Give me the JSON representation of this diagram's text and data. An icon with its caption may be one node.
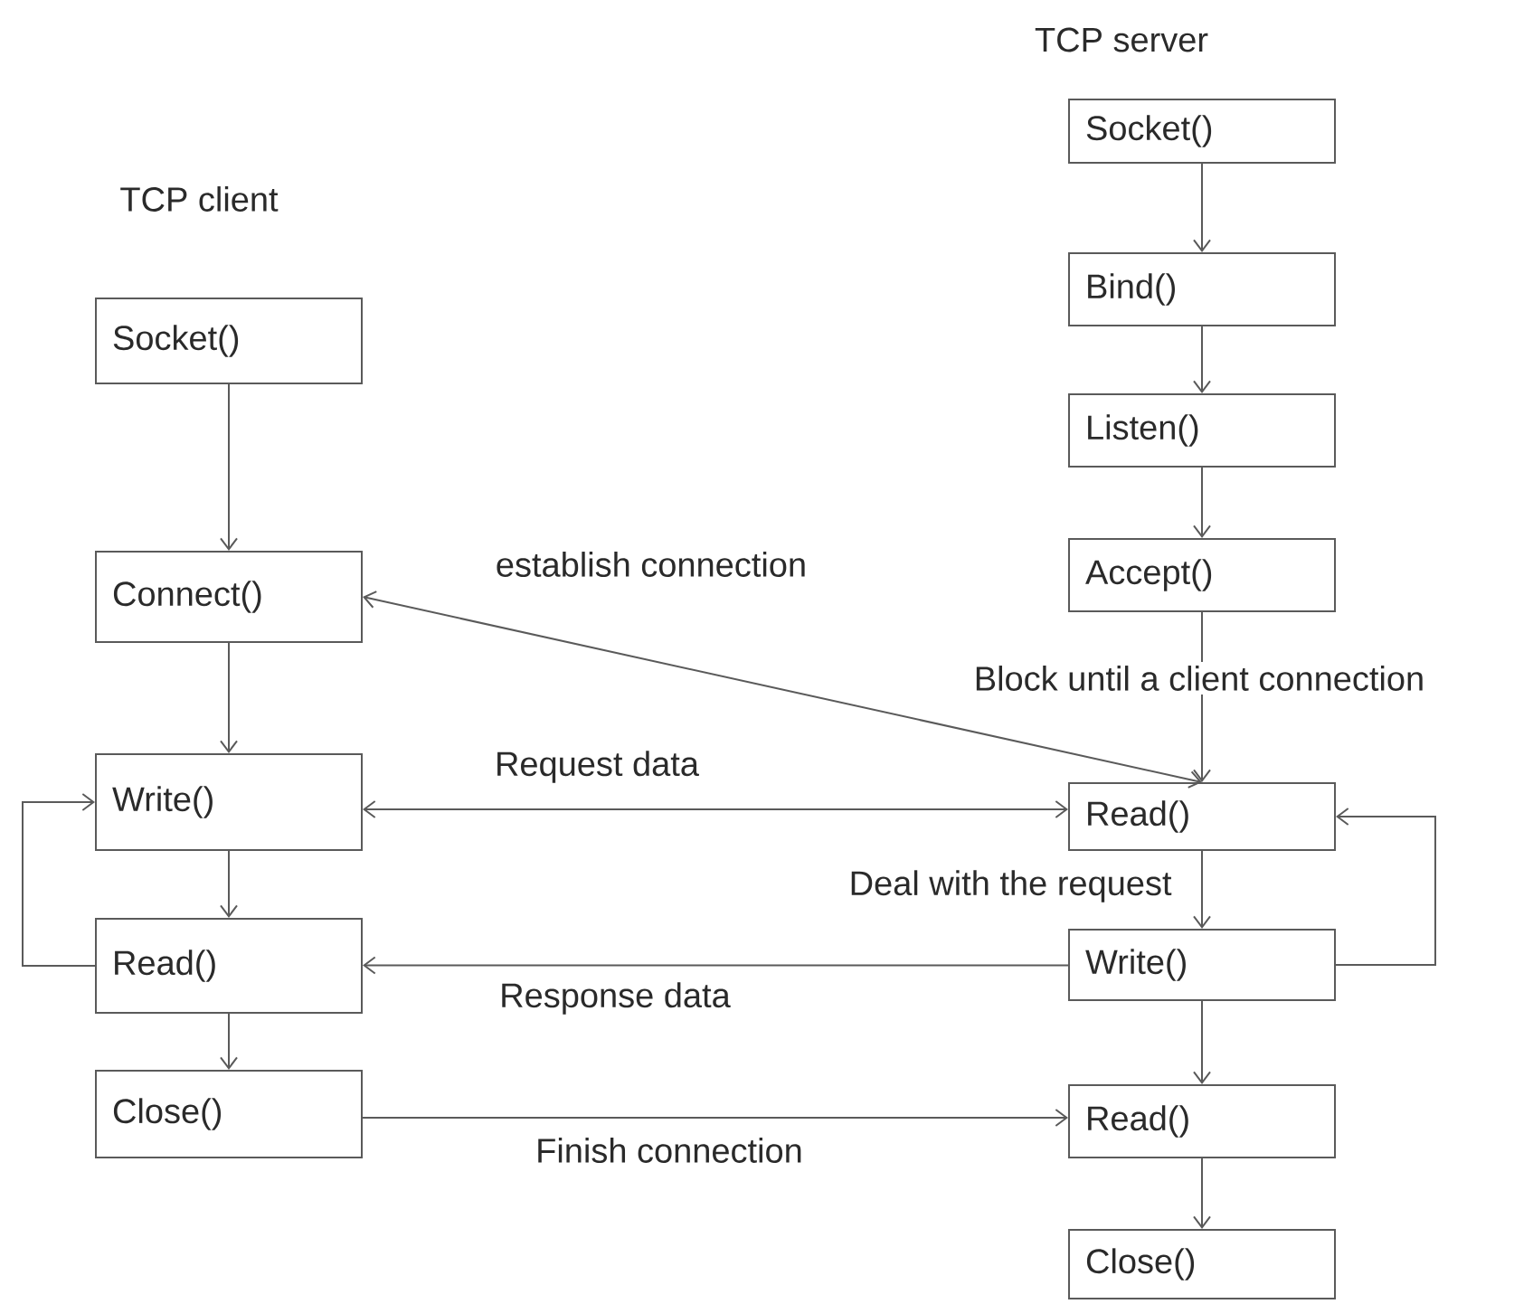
{
  "diagram": {
    "nodes": [
      {
        "text": [
          "Socket()"
        ]
      },
      {
        "text": [
          "Connect()"
        ]
      },
      {
        "text": [
          "Write()"
        ]
      },
      {
        "text": [
          "Read()"
        ]
      },
      {
        "text": [
          "Close()"
        ]
      },
      {
        "text": [
          "Socket()"
        ]
      },
      {
        "text": [
          "Bind()"
        ]
      },
      {
        "text": [
          "Listen()"
        ]
      },
      {
        "text": [
          "Accept()"
        ]
      },
      {
        "text": [
          "Read()"
        ]
      },
      {
        "text": [
          "Write()"
        ]
      },
      {
        "text": [
          "Read()"
        ]
      },
      {
        "text": [
          "Close()"
        ]
      }
    ],
    "edges": [
      {
        "from": 0,
        "to": 1,
        "arrow": "to"
      },
      {
        "from": 1,
        "to": 2,
        "arrow": "to"
      },
      {
        "from": 2,
        "to": 3,
        "arrow": "to"
      },
      {
        "from": 3,
        "to": 4,
        "arrow": "to"
      },
      {
        "from": 3,
        "to": 2,
        "arrow": "to"
      },
      {
        "from": 5,
        "to": 6,
        "arrow": "to"
      },
      {
        "from": 6,
        "to": 7,
        "arrow": "to"
      },
      {
        "from": 7,
        "to": 8,
        "arrow": "to"
      },
      {
        "from": 8,
        "to": 9,
        "arrow": "to",
        "label": "Block until a client connection"
      },
      {
        "from": 1,
        "to": 9,
        "arrow": "both",
        "label": "establish connection"
      },
      {
        "from": 2,
        "to": 9,
        "arrow": "both",
        "label": "Request  data"
      },
      {
        "from": 9,
        "to": 10,
        "arrow": "to",
        "label": "Deal with the request"
      },
      {
        "from": 10,
        "to": 9,
        "arrow": "to"
      },
      {
        "from": 10,
        "to": 3,
        "arrow": "to",
        "label": "Response  data"
      },
      {
        "from": 10,
        "to": 11,
        "arrow": "to"
      },
      {
        "from": 4,
        "to": 11,
        "arrow": "to",
        "label": "Finish connection"
      },
      {
        "from": 11,
        "to": 12,
        "arrow": "to"
      }
    ],
    "labels": [
      "TCP server",
      "TCP client"
    ]
  }
}
